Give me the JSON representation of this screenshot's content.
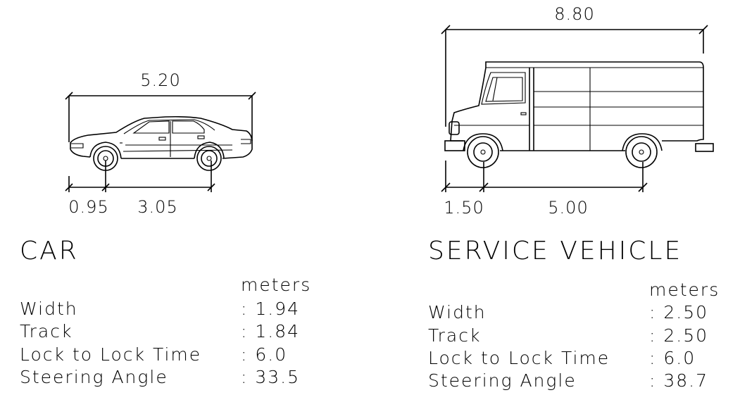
{
  "car": {
    "overall_length": "5.20",
    "front_overhang": "0.95",
    "wheelbase": "3.05",
    "title": "CAR",
    "unit": "meters",
    "specs": [
      {
        "label": "Width",
        "value": ": 1.94"
      },
      {
        "label": "Track",
        "value": ": 1.84"
      },
      {
        "label": "Lock to Lock Time",
        "value": ": 6.0"
      },
      {
        "label": "Steering Angle",
        "value": ": 33.5"
      }
    ]
  },
  "service_vehicle": {
    "overall_length": "8.80",
    "front_overhang": "1.50",
    "wheelbase": "5.00",
    "title": "SERVICE VEHICLE",
    "unit": "meters",
    "specs": [
      {
        "label": "Width",
        "value": ": 2.50"
      },
      {
        "label": "Track",
        "value": ": 2.50"
      },
      {
        "label": "Lock to Lock Time",
        "value": ": 6.0"
      },
      {
        "label": "Steering Angle",
        "value": ": 38.7"
      }
    ]
  }
}
